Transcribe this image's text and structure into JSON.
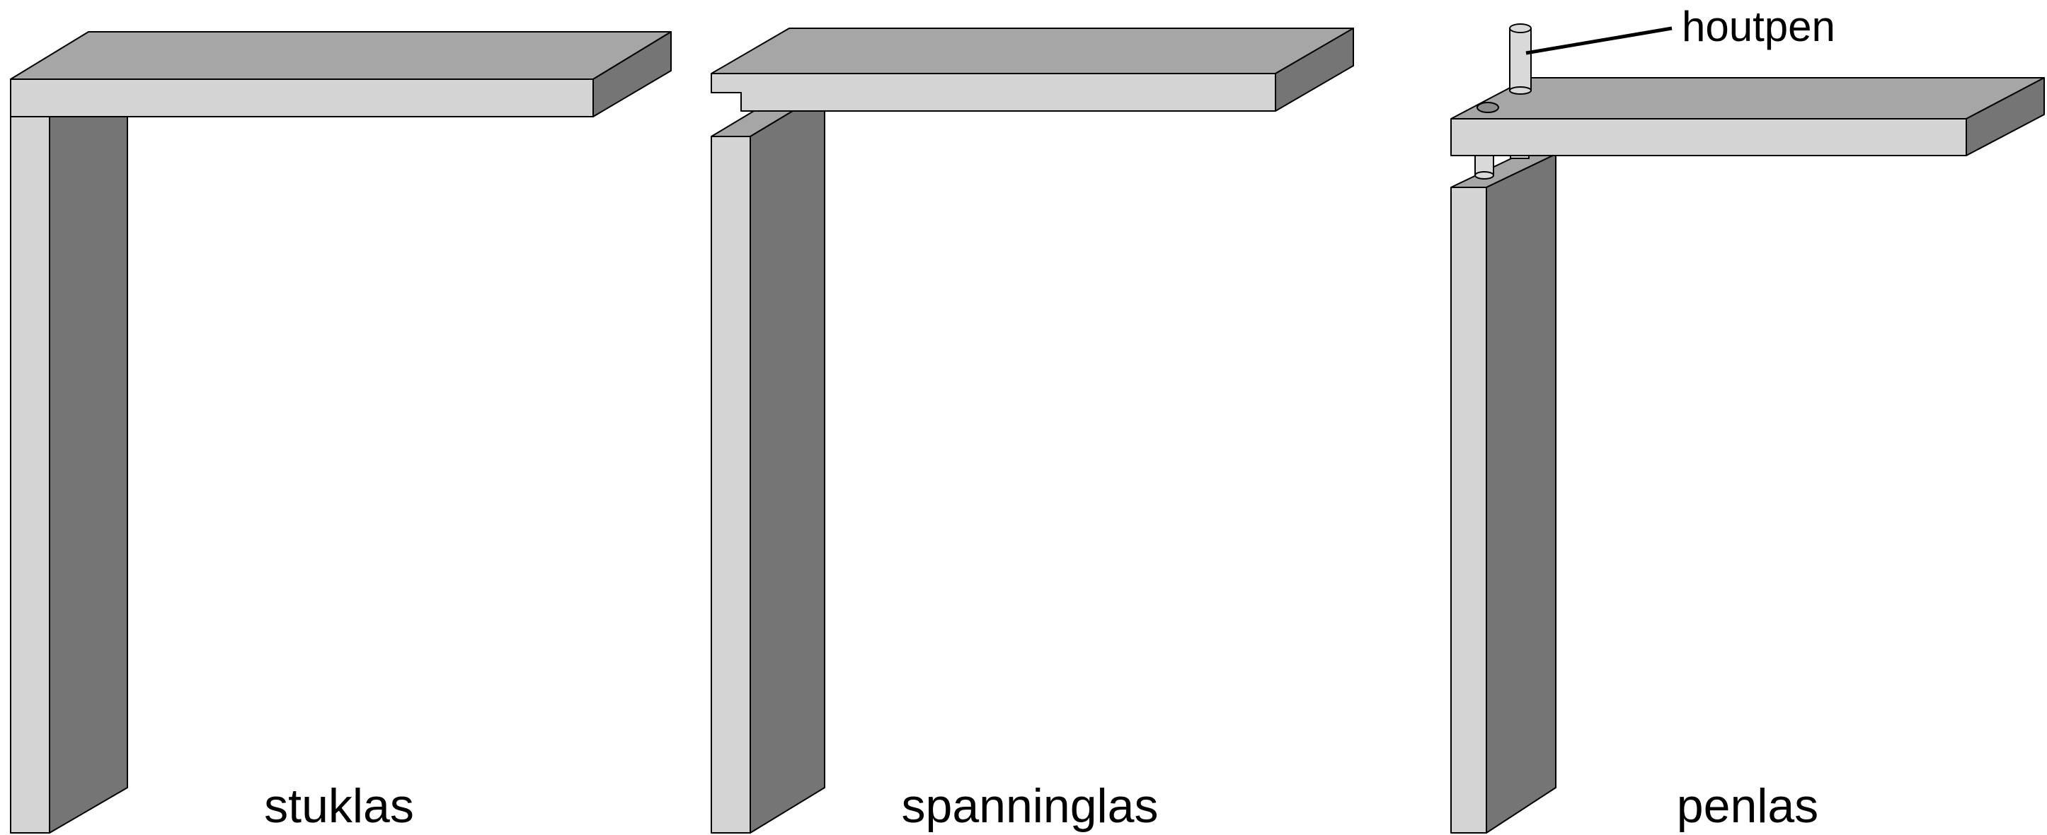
{
  "joints": [
    {
      "name": "stuklas"
    },
    {
      "name": "spanninglas"
    },
    {
      "name": "penlas"
    }
  ],
  "annotation": {
    "houtpen": "houtpen"
  },
  "colors": {
    "light_face": "#d4d4d4",
    "top_face": "#a6a6a6",
    "dark_face": "#757575",
    "pin_face": "#d9d9d9",
    "outline": "#000000",
    "background": "#ffffff"
  }
}
